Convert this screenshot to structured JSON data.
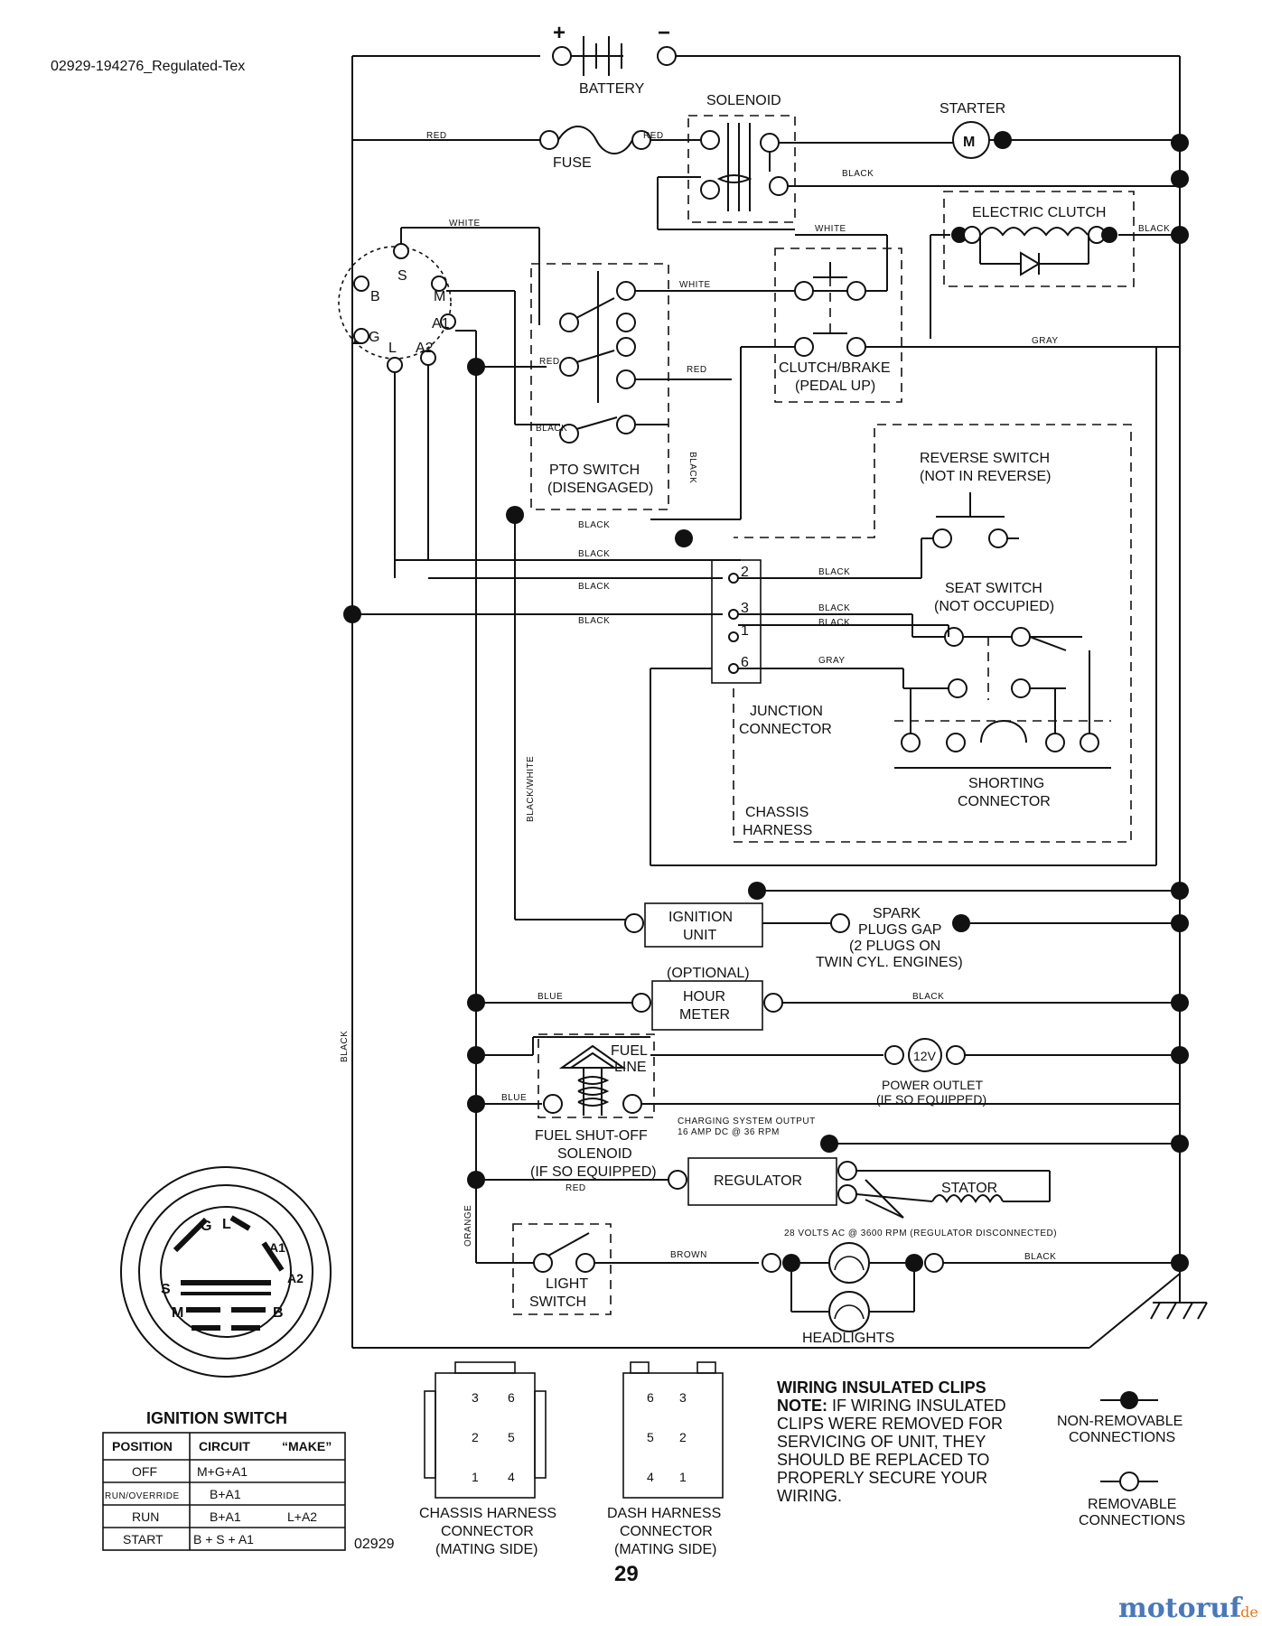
{
  "doc": {
    "ref_code": "02929-194276_Regulated-Tex",
    "figure_code": "02929",
    "page_number": "29",
    "logo_main": "motoruf",
    "logo_suffix": ".de"
  },
  "components": {
    "battery": "BATTERY",
    "battery_plus": "+",
    "battery_minus": "−",
    "solenoid": "SOLENOID",
    "starter": "STARTER",
    "starter_symbol": "M",
    "fuse": "FUSE",
    "electric_clutch": "ELECTRIC CLUTCH",
    "clutch_brake": [
      "CLUTCH/BRAKE",
      "(PEDAL UP)"
    ],
    "pto_switch": [
      "PTO SWITCH",
      "(DISENGAGED)"
    ],
    "reverse_switch": [
      "REVERSE SWITCH",
      "(NOT IN REVERSE)"
    ],
    "seat_switch": [
      "SEAT SWITCH",
      "(NOT OCCUPIED)"
    ],
    "junction_connector": [
      "JUNCTION",
      "CONNECTOR"
    ],
    "junction_pins": [
      "2",
      "3",
      "1",
      "6"
    ],
    "shorting_connector": [
      "SHORTING",
      "CONNECTOR"
    ],
    "chassis_harness": [
      "CHASSIS",
      "HARNESS"
    ],
    "ignition_unit": [
      "IGNITION",
      "UNIT"
    ],
    "spark_plugs": [
      "SPARK",
      "PLUGS GAP",
      "(2 PLUGS ON",
      "TWIN CYL. ENGINES)"
    ],
    "optional": "(OPTIONAL)",
    "hour_meter": [
      "HOUR",
      "METER"
    ],
    "fuel_line": [
      "FUEL",
      "LINE"
    ],
    "power_outlet": [
      "POWER OUTLET",
      "(IF SO EQUIPPED)"
    ],
    "power_outlet_symbol": "12V",
    "fuel_shutoff": [
      "FUEL SHUT-OFF",
      "SOLENOID",
      "(IF SO EQUIPPED)"
    ],
    "charging_output": [
      "CHARGING SYSTEM OUTPUT",
      "16 AMP DC @ 36 RPM"
    ],
    "regulator": "REGULATOR",
    "stator": "STATOR",
    "stator_note": "28 VOLTS AC @ 3600 RPM (REGULATOR DISCONNECTED)",
    "light_switch": [
      "LIGHT",
      "SWITCH"
    ],
    "headlights": "HEADLIGHTS"
  },
  "ignition_terminals": [
    "S",
    "B",
    "M",
    "A1",
    "G",
    "L",
    "A2"
  ],
  "wire_labels": {
    "red": "RED",
    "black": "BLACK",
    "white": "WHITE",
    "gray": "GRAY",
    "blue": "BLUE",
    "orange": "ORANGE",
    "brown": "BROWN",
    "black_white": "BLACK/WHITE"
  },
  "ignition_switch": {
    "title": "IGNITION SWITCH",
    "face_labels": [
      "G",
      "L",
      "A1",
      "A2",
      "S",
      "M",
      "B"
    ],
    "headers": [
      "POSITION",
      "CIRCUIT",
      "“MAKE”"
    ],
    "rows": [
      {
        "position": "OFF",
        "circuit": "M+G+A1",
        "extra": ""
      },
      {
        "position": "RUN/OVERRIDE",
        "circuit": "B+A1",
        "extra": ""
      },
      {
        "position": "RUN",
        "circuit": "B+A1",
        "extra": "L+A2"
      },
      {
        "position": "START",
        "circuit": "B + S + A1",
        "extra": ""
      }
    ]
  },
  "connectors": {
    "chassis": {
      "label": [
        "CHASSIS HARNESS",
        "CONNECTOR",
        "(MATING SIDE)"
      ],
      "pins": [
        "3",
        "6",
        "2",
        "5",
        "1",
        "4"
      ]
    },
    "dash": {
      "label": [
        "DASH HARNESS",
        "CONNECTOR",
        "(MATING SIDE)"
      ],
      "pins": [
        "6",
        "3",
        "5",
        "2",
        "4",
        "1"
      ]
    }
  },
  "notes": {
    "title": "WIRING INSULATED CLIPS",
    "note_prefix": "NOTE:",
    "lines": [
      " IF WIRING INSULATED",
      "CLIPS WERE REMOVED FOR",
      "SERVICING OF UNIT, THEY",
      "SHOULD BE REPLACED TO",
      "PROPERLY SECURE YOUR",
      " WIRING."
    ]
  },
  "legend": {
    "non_removable": [
      "NON-REMOVABLE",
      "CONNECTIONS"
    ],
    "removable": [
      "REMOVABLE",
      "CONNECTIONS"
    ]
  }
}
